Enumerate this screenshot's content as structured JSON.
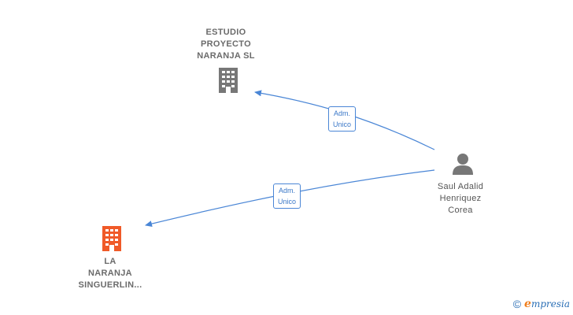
{
  "nodes": {
    "company_top": {
      "name_lines": [
        "ESTUDIO",
        "PROYECTO",
        "NARANJA  SL"
      ],
      "color": "#777777"
    },
    "company_bottom": {
      "name_lines": [
        "LA",
        "NARANJA",
        "SINGUERLIN..."
      ],
      "color": "#f05a28"
    },
    "person": {
      "name_lines": [
        "Saul Adalid",
        "Henriquez",
        "Corea"
      ],
      "color": "#777777"
    }
  },
  "edges": [
    {
      "label_lines": [
        "Adm.",
        "Unico"
      ],
      "color": "#4a86d6"
    },
    {
      "label_lines": [
        "Adm.",
        "Unico"
      ],
      "color": "#4a86d6"
    }
  ],
  "footer": {
    "copyright_symbol": "©",
    "brand_initial": "e",
    "brand_rest": "mpresia"
  }
}
